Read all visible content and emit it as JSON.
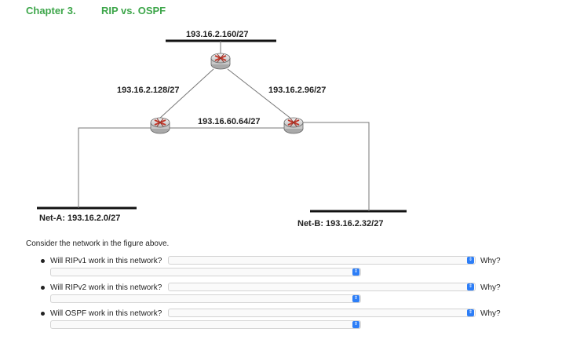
{
  "header": {
    "chapter": "Chapter  3.",
    "subject": "RIP vs. OSPF"
  },
  "diagram": {
    "networks": {
      "top": "193.16.2.160/27",
      "left_link": "193.16.2.128/27",
      "right_link": "193.16.2.96/27",
      "middle_link": "193.16.60.64/27",
      "net_a": "Net-A: 193.16.2.0/27",
      "net_b": "Net-B: 193.16.2.32/27"
    }
  },
  "prompt": "Consider the network in the figure above.",
  "questions": [
    {
      "text": "Will RIPv1 work in this network?",
      "why": "Why?",
      "answer": "",
      "reason": ""
    },
    {
      "text": "Will RIPv2 work in this network?",
      "why": "Why?",
      "answer": "",
      "reason": ""
    },
    {
      "text": "Will OSPF work in this network?",
      "why": "Why?",
      "answer": "",
      "reason": ""
    }
  ],
  "colors": {
    "header": "#3da64a",
    "select_arrow": "#2d7ef7",
    "router_x": "#c0392b"
  },
  "icons": {
    "router": "router-icon",
    "select_arrow": "select-arrows-icon"
  }
}
